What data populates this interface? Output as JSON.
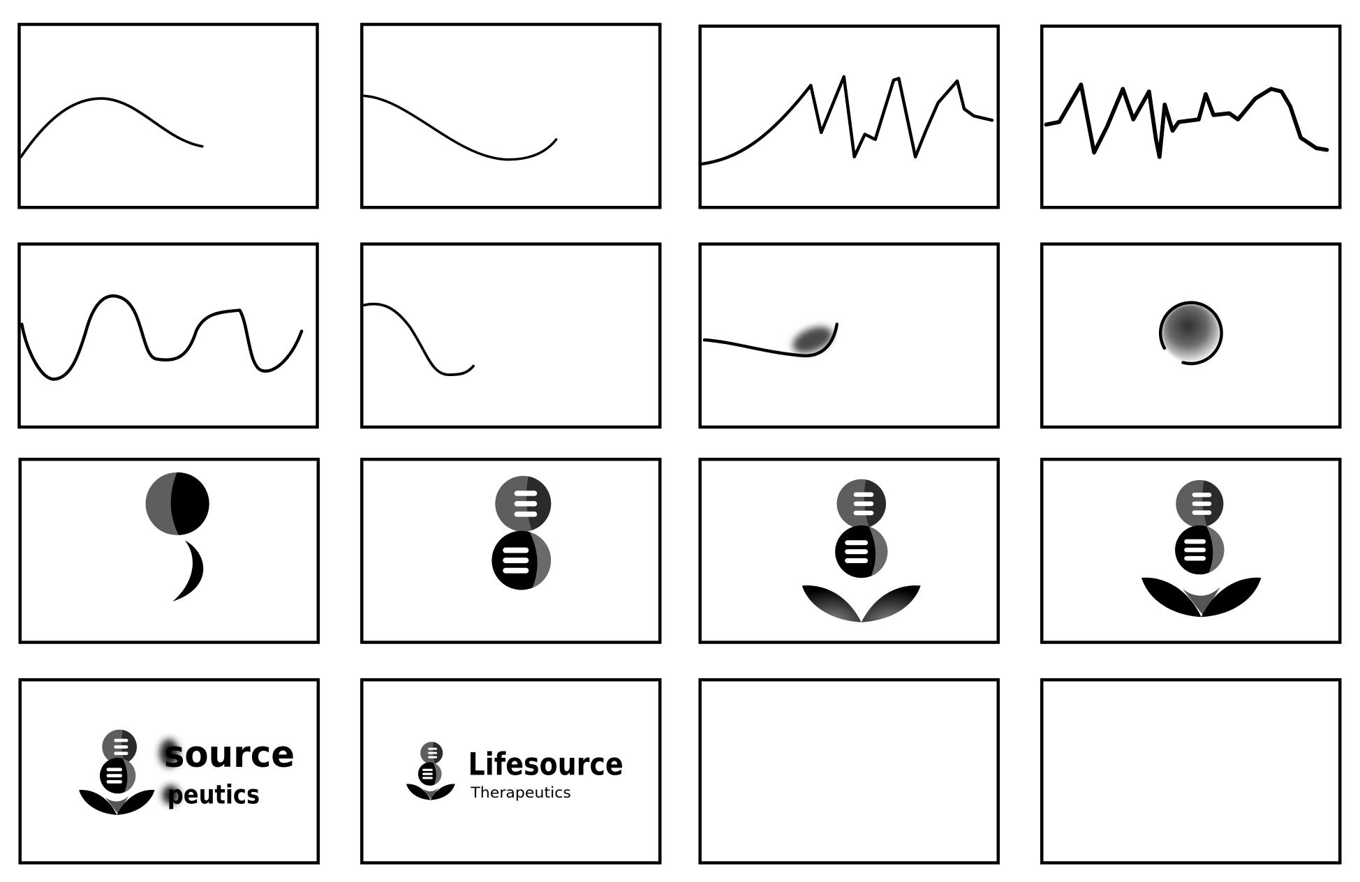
{
  "storyboard": {
    "logo_draft": {
      "wordmark": "source",
      "subline": "peutics"
    },
    "logo_final": {
      "wordmark": "Lifesource",
      "subline": "Therapeutics"
    }
  },
  "icons": {
    "dna": "dna-icon",
    "leaves": "leaf-icon",
    "orb": "orb-icon"
  },
  "colors": {
    "ink": "#000000",
    "shade": "#5a5a5a",
    "paper": "#ffffff"
  }
}
